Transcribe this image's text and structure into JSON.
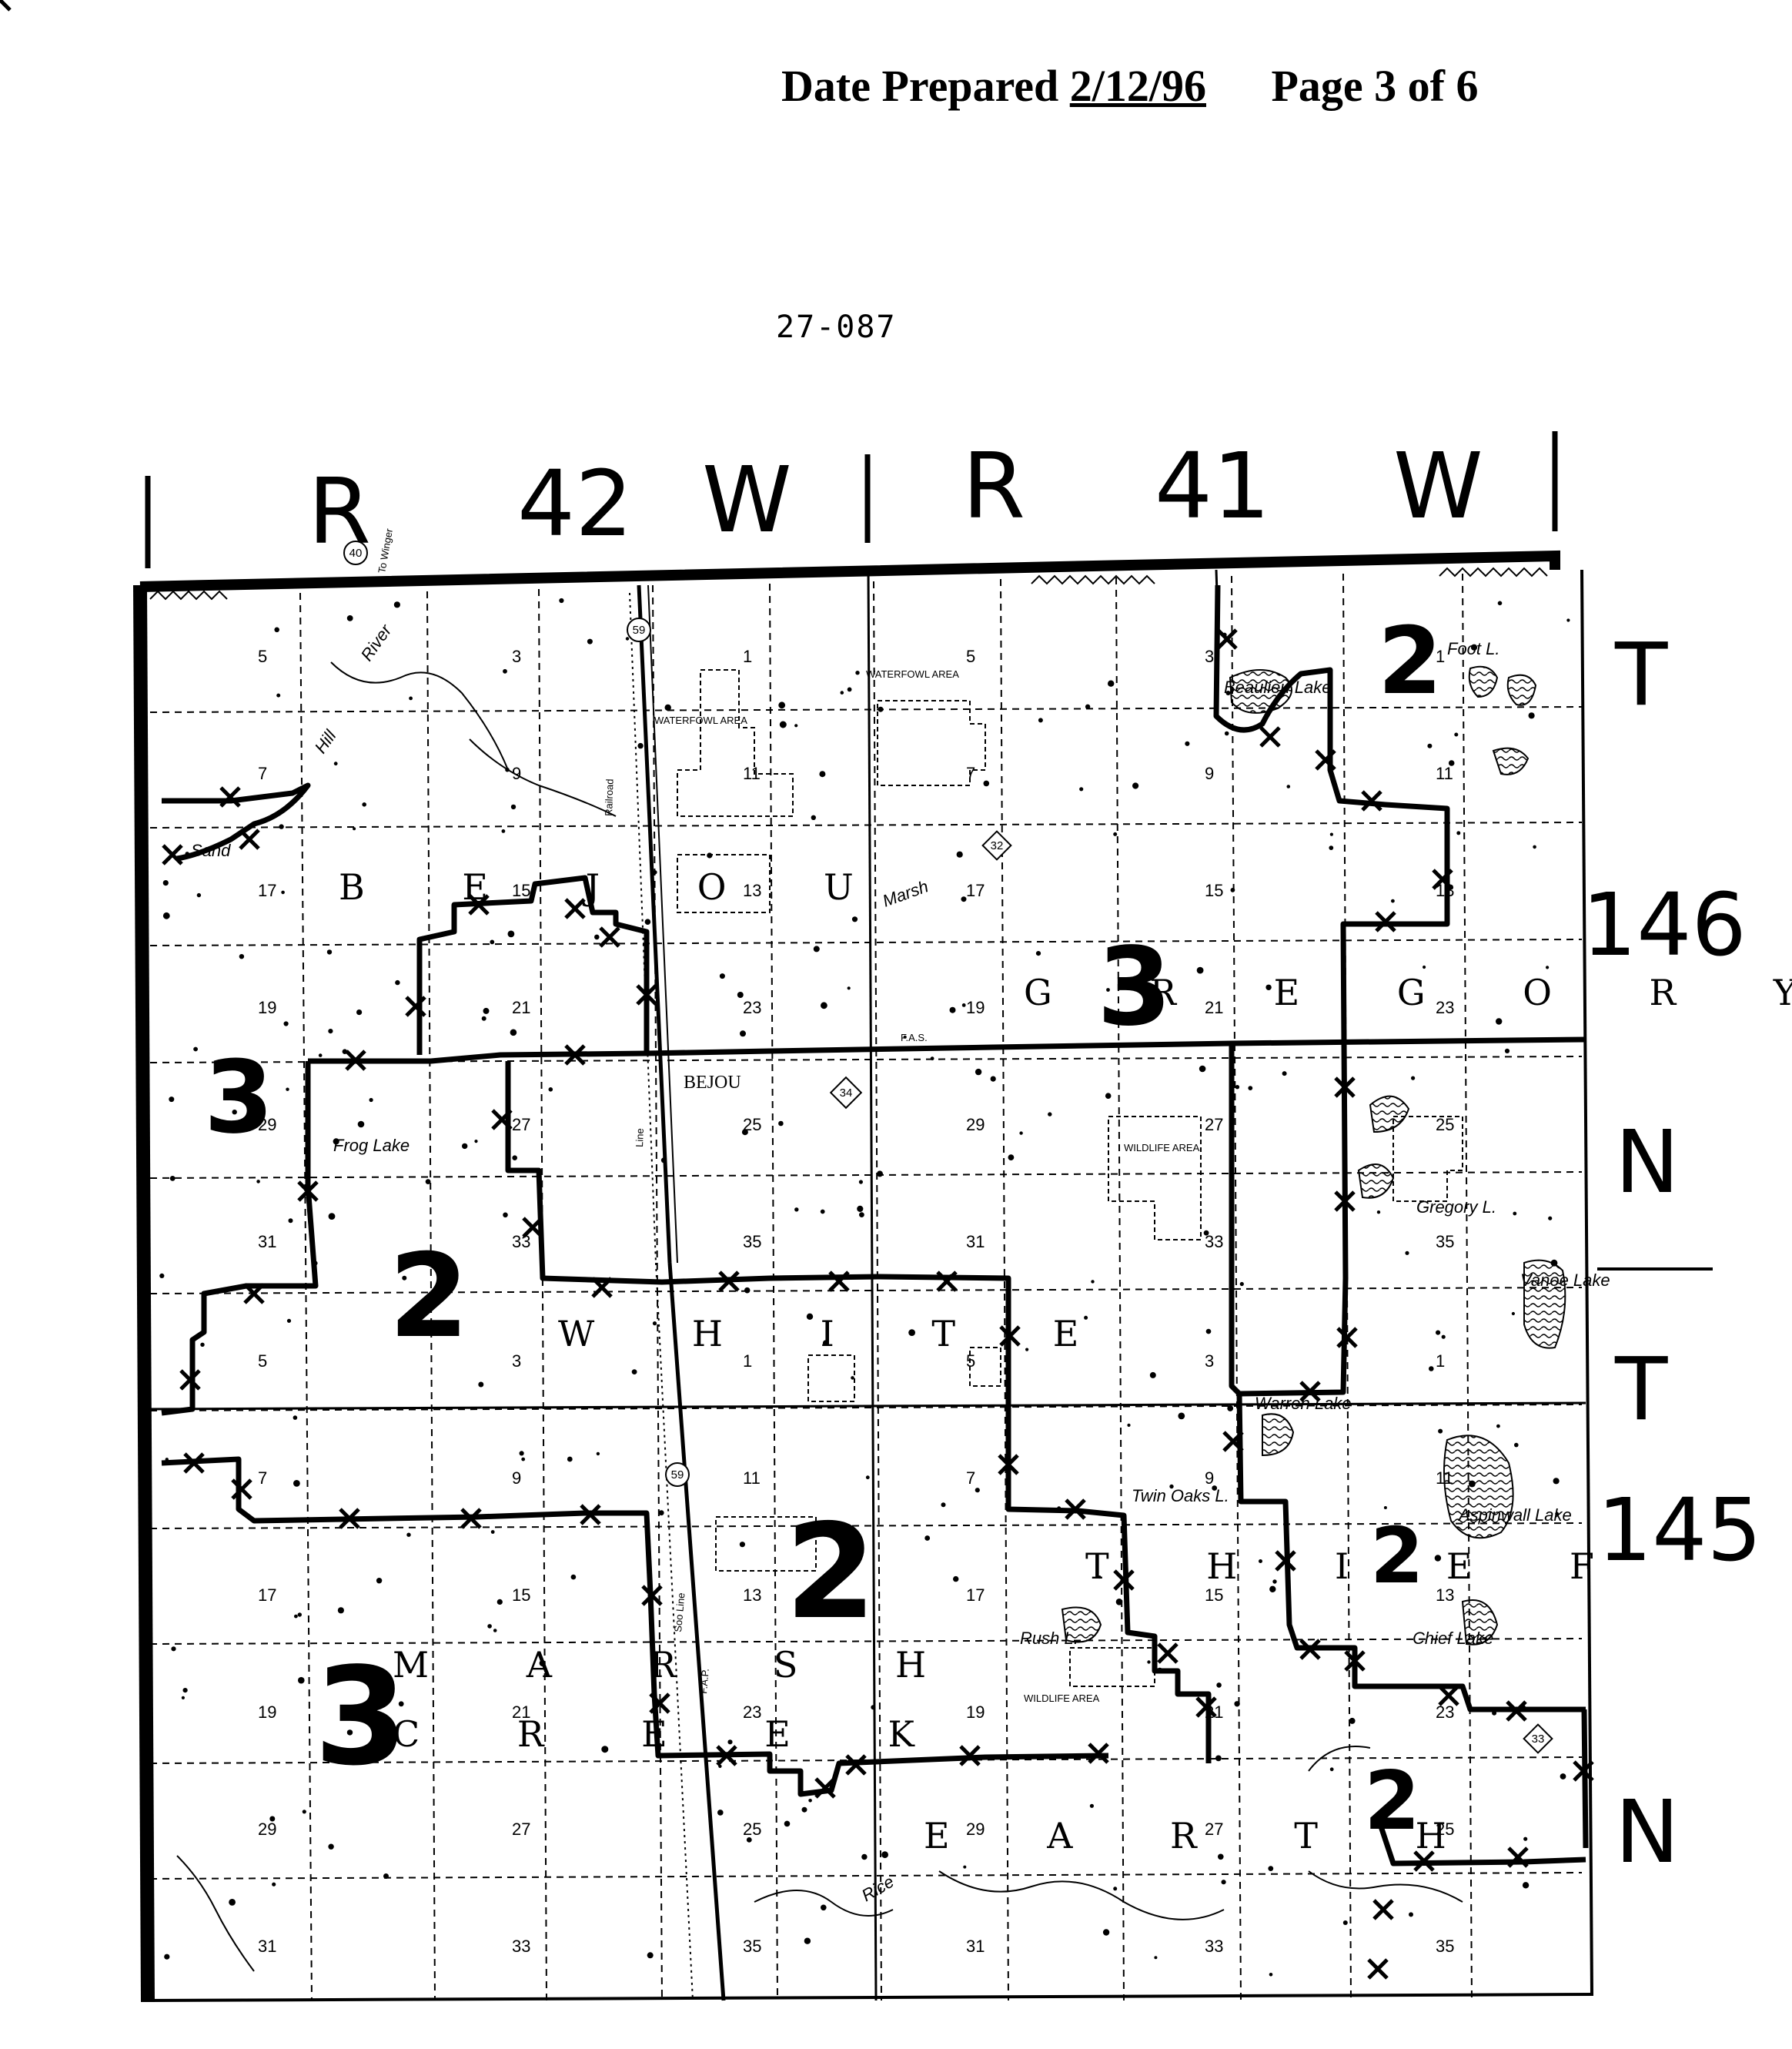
{
  "header": {
    "date_label": "Date Prepared",
    "date_value": "2/12/96",
    "page_label": "Page 3 of  6"
  },
  "doc_id": "27-087",
  "ranges": [
    {
      "r": "R",
      "num": "42",
      "w": "W"
    },
    {
      "r": "R",
      "num": "41",
      "w": "W"
    }
  ],
  "townships": [
    {
      "t": "T",
      "num": "146",
      "n": "N"
    },
    {
      "t": "T",
      "num": "145",
      "n": "N"
    }
  ],
  "towns": {
    "bejou": "B E J O U",
    "gregory": "G R E G O R Y",
    "white": "W H I T E",
    "thief": "T H I E F",
    "marsh": "M A R S H",
    "creek": "C R E E K",
    "earth": "E A R T H"
  },
  "places": {
    "bejou_village": "BEJOU",
    "frog_lake": "Frog Lake",
    "beaulieu_lake": "Beaulieu Lake",
    "foot_lake": "Foot L.",
    "warren_lake": "Warren Lake",
    "twin_oaks": "Twin Oaks L.",
    "aspinwall_lake": "Aspinwall Lake",
    "chief_lake": "Chief Lake",
    "rush_lake": "Rush L.",
    "gregory_lake": "Gregory L.",
    "vanoe_lake": "Vanoe Lake",
    "sand_hill_river_1": "Sand",
    "sand_hill_river_2": "Hill",
    "sand_hill_river_3": "River",
    "to_winger": "To Winger",
    "railroad": "Railroad",
    "soo_line": "Soo Line",
    "line": "Line",
    "marsh_label": "Marsh",
    "rice": "Rice",
    "wildlife_area": "WILDLIFE AREA",
    "waterfowl_area": "WATERFOWL AREA",
    "fas": "F.A.S.",
    "fap": "F.A.P."
  },
  "districts": {
    "d3a": "3",
    "d2a": "2",
    "d3b": "3",
    "d2b": "2",
    "d2c": "2",
    "d3c": "3",
    "d2d": "2",
    "d2e": "2"
  },
  "sections_146": [
    "5",
    "3",
    "1",
    "5",
    "3",
    "1",
    "7",
    "9",
    "11",
    "7",
    "9",
    "11",
    "17",
    "15",
    "13",
    "17",
    "15",
    "13",
    "19",
    "21",
    "23",
    "19",
    "21",
    "23",
    "29",
    "27",
    "25",
    "29",
    "27",
    "25",
    "31",
    "33",
    "35",
    "31",
    "33",
    "35"
  ],
  "sections_145": [
    "5",
    "3",
    "1",
    "5",
    "3",
    "1",
    "7",
    "9",
    "11",
    "7",
    "9",
    "11",
    "17",
    "15",
    "13",
    "17",
    "15",
    "13",
    "19",
    "21",
    "23",
    "19",
    "21",
    "23",
    "29",
    "27",
    "25",
    "29",
    "27",
    "25",
    "31",
    "33",
    "35",
    "31",
    "33",
    "35"
  ],
  "routes": [
    "59",
    "40",
    "34",
    "33",
    "59",
    "32"
  ]
}
